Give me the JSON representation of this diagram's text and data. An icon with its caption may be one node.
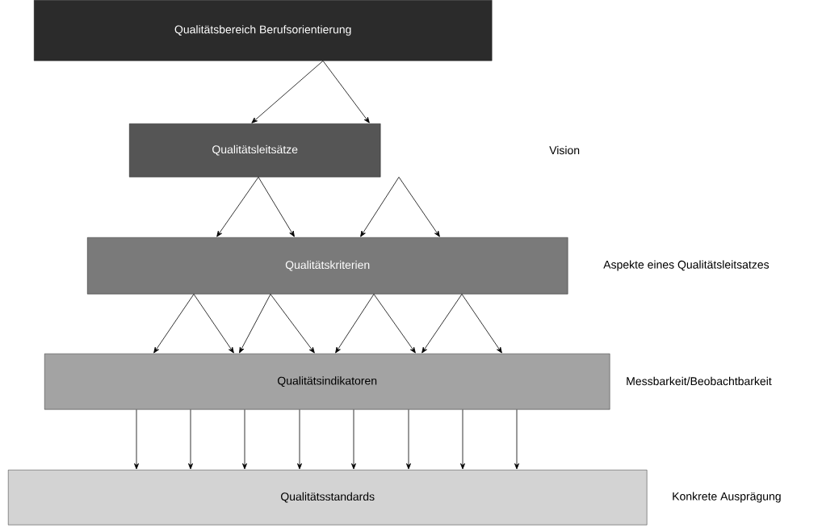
{
  "diagram": {
    "nodes": [
      {
        "text": [
          "Qualitätsbereich Berufsorientierung"
        ]
      },
      {
        "text": [
          "Qualitätsleitsätze"
        ]
      },
      {
        "text": [
          "Qualitätskriterien"
        ],
        "beside": [
          "Aspekte eines Qualitätsleitsatzes"
        ]
      },
      {
        "text": [
          "Qualitätsindikatoren"
        ],
        "beside": [
          "Messbarkeit/Beobachtbarkeit"
        ]
      },
      {
        "text": [
          "Qualitätsstandards"
        ],
        "beside": [
          "Konkrete Ausprägung"
        ]
      }
    ],
    "edges": [
      {
        "from": 0,
        "to": 1,
        "arrow": "to"
      },
      {
        "from": 0,
        "to": 1,
        "arrow": "to"
      },
      {
        "from": 1,
        "to": 2,
        "arrow": "to"
      },
      {
        "from": 1,
        "to": 2,
        "arrow": "to"
      },
      {
        "from": 1,
        "to": 2,
        "arrow": "to"
      },
      {
        "from": 1,
        "to": 2,
        "arrow": "to"
      },
      {
        "from": 2,
        "to": 3,
        "arrow": "to"
      },
      {
        "from": 2,
        "to": 3,
        "arrow": "to"
      },
      {
        "from": 2,
        "to": 3,
        "arrow": "to"
      },
      {
        "from": 2,
        "to": 3,
        "arrow": "to"
      },
      {
        "from": 2,
        "to": 3,
        "arrow": "to"
      },
      {
        "from": 2,
        "to": 3,
        "arrow": "to"
      },
      {
        "from": 2,
        "to": 3,
        "arrow": "to"
      },
      {
        "from": 2,
        "to": 3,
        "arrow": "to"
      },
      {
        "from": 3,
        "to": 4,
        "arrow": "to"
      },
      {
        "from": 3,
        "to": 4,
        "arrow": "to"
      },
      {
        "from": 3,
        "to": 4,
        "arrow": "to"
      },
      {
        "from": 3,
        "to": 4,
        "arrow": "to"
      },
      {
        "from": 3,
        "to": 4,
        "arrow": "to"
      },
      {
        "from": 3,
        "to": 4,
        "arrow": "to"
      },
      {
        "from": 3,
        "to": 4,
        "arrow": "to"
      },
      {
        "from": 3,
        "to": 4,
        "arrow": "to"
      }
    ],
    "labels": [
      "Vision"
    ]
  }
}
